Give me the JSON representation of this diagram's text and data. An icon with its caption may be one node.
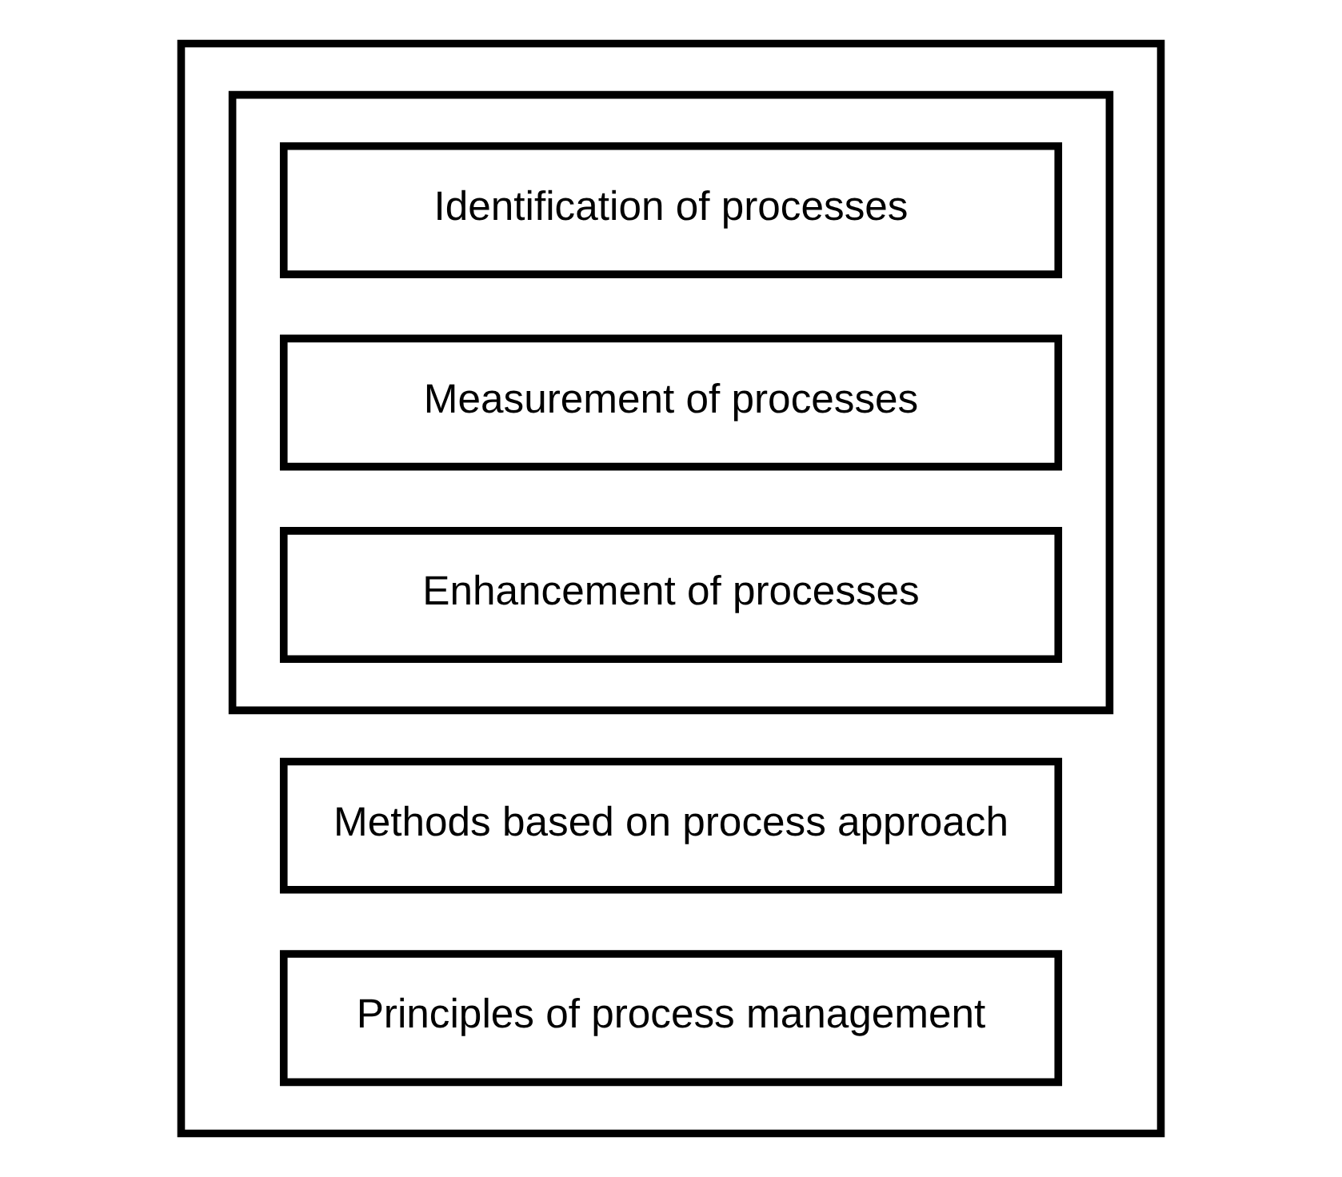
{
  "diagram": {
    "nodes": [
      {
        "text": [],
        "shape": "box"
      },
      {
        "text": [
          "Methods based on process approach"
        ],
        "in": 0
      },
      {
        "text": [],
        "shape": "box",
        "in": 0
      },
      {
        "text": [
          "Identification of processes"
        ],
        "in": 2
      },
      {
        "text": [
          "Measurement of processes"
        ],
        "in": 2
      },
      {
        "text": [
          "Enhancement of processes"
        ],
        "in": 2
      },
      {
        "text": [
          "Principles of process management"
        ],
        "in": 0
      }
    ]
  }
}
